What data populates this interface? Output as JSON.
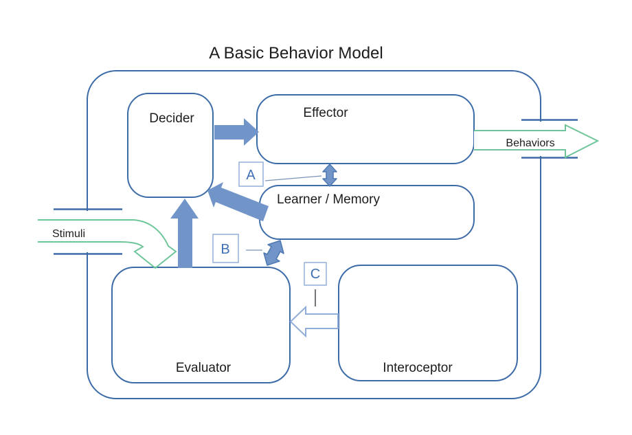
{
  "title": "A Basic Behavior Model",
  "nodes": {
    "decider": "Decider",
    "effector": "Effector",
    "learner": "Learner / Memory",
    "evaluator": "Evaluator",
    "interoceptor": "Interoceptor"
  },
  "io": {
    "stimuli": "Stimuli",
    "behaviors": "Behaviors"
  },
  "annotations": {
    "a": "A",
    "b": "B",
    "c": "C"
  },
  "colors": {
    "box-border": "#3c6ba7",
    "arrow-fill": "#7295c9",
    "arrow-stroke": "#4d78b0",
    "green": "#6fc59a",
    "hollow-blue": "#8fadd8",
    "label-border": "#92afd7",
    "label-text": "#3f6fb5",
    "connector": "#7a93b8",
    "connector-dark": "#45494f",
    "text": "#1c1c1c"
  }
}
